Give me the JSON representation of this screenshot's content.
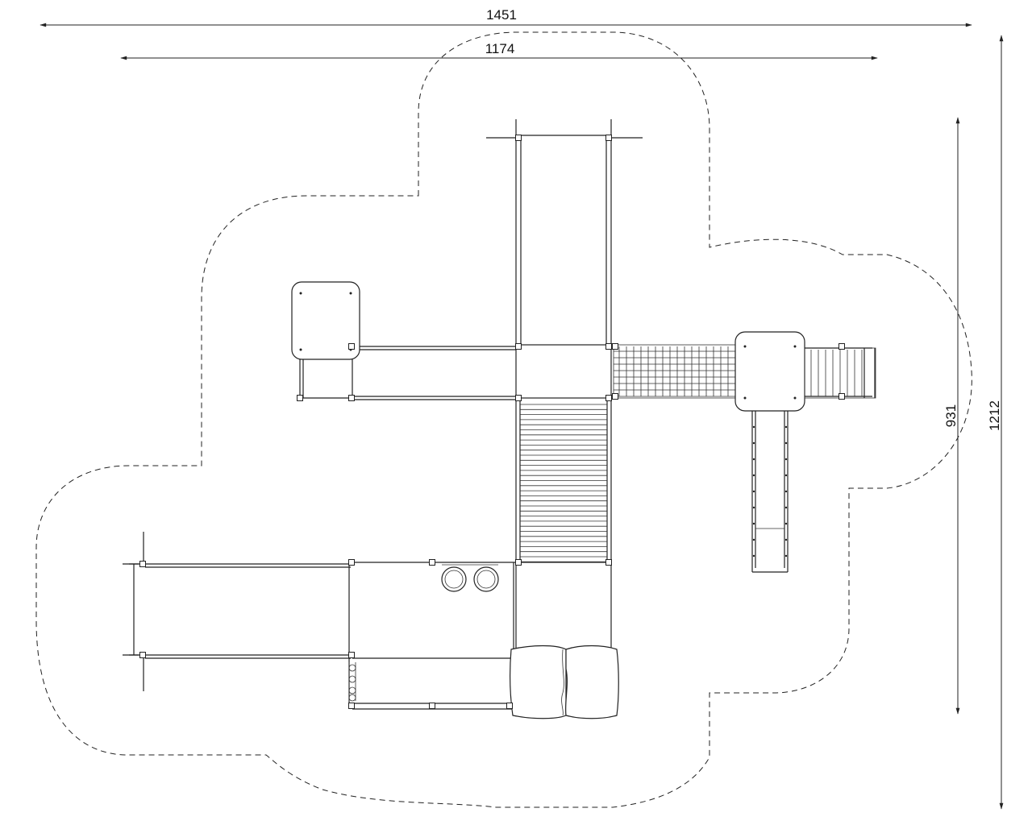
{
  "dimensions": {
    "overall_width": "1451",
    "inner_width": "1174",
    "inner_depth": "931",
    "overall_depth": "1212"
  }
}
